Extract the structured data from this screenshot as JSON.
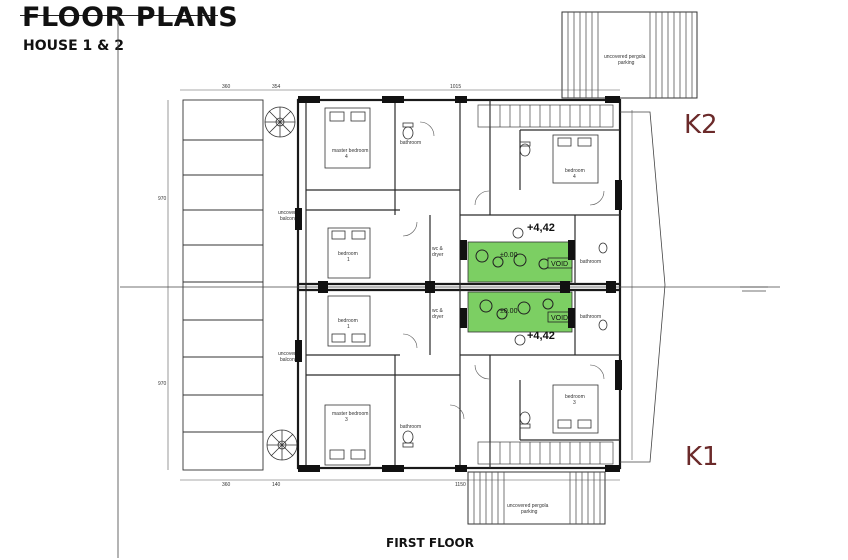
{
  "header": {
    "title": "FLOOR PLANS",
    "subtitle": "HOUSE 1 & 2"
  },
  "units": {
    "top": "K2",
    "bottom": "K1"
  },
  "footer": {
    "caption": "FIRST FLOOR"
  },
  "levels": {
    "top": "+4,42",
    "bottom": "+4,42",
    "void_top": "±0.00",
    "void_bottom": "±0.00"
  },
  "void_label": "VOID",
  "colors": {
    "void_fill": "#7ccf63",
    "k_label": "#6b2a2a",
    "wall": "#1a1a1a"
  }
}
